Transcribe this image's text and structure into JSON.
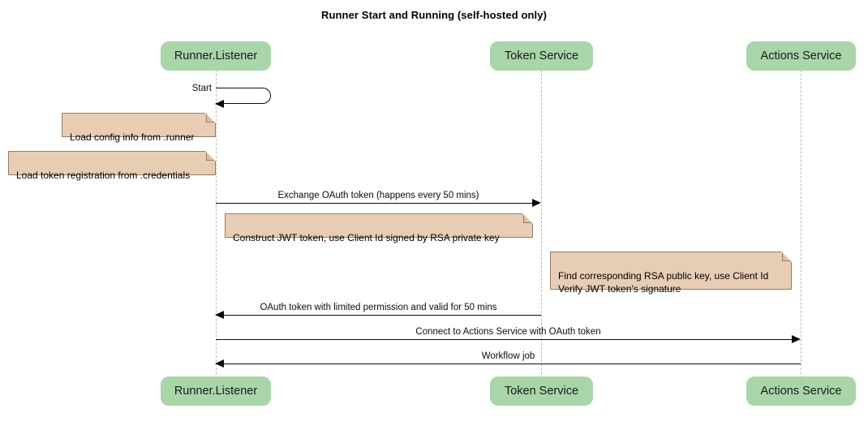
{
  "diagram": {
    "title": "Runner Start and Running (self-hosted only)",
    "type": "sequence-diagram",
    "colors": {
      "participant_fill": "#a9d6a9",
      "note_fill": "#e7cdb4",
      "note_border": "#9a7d5e",
      "lifeline": "#b9bcc2",
      "line": "#0c0c0c",
      "background": "#ffffff"
    }
  },
  "participants": [
    {
      "id": "runner",
      "label": "Runner.Listener"
    },
    {
      "id": "token",
      "label": "Token Service"
    },
    {
      "id": "actions",
      "label": "Actions Service"
    }
  ],
  "participants_bottom": [
    {
      "id": "runner",
      "label": "Runner.Listener"
    },
    {
      "id": "token",
      "label": "Token Service"
    },
    {
      "id": "actions",
      "label": "Actions Service"
    }
  ],
  "messages": [
    {
      "id": "start",
      "label": "Start",
      "from": "runner",
      "to": "runner",
      "kind": "self",
      "arrow": "filled-left"
    },
    {
      "id": "exchange-oauth-token",
      "label": "Exchange OAuth token (happens every 50 mins)",
      "from": "runner",
      "to": "token",
      "kind": "call",
      "arrow": "filled-right"
    },
    {
      "id": "oauth-token-response",
      "label": "OAuth token with limited permission and valid for 50 mins",
      "from": "token",
      "to": "runner",
      "kind": "return",
      "arrow": "filled-left"
    },
    {
      "id": "connect-to-actions-service",
      "label": "Connect to Actions Service with OAuth token",
      "from": "runner",
      "to": "actions",
      "kind": "call",
      "arrow": "filled-right"
    },
    {
      "id": "workflow-job",
      "label": "Workflow job",
      "from": "actions",
      "to": "runner",
      "kind": "return",
      "arrow": "filled-left"
    }
  ],
  "notes": [
    {
      "id": "load-config",
      "text": "Load config info from .runner",
      "attached_to": "runner"
    },
    {
      "id": "load-token-registration",
      "text": "Load token registration from .credentials",
      "attached_to": "runner"
    },
    {
      "id": "construct-jwt-token",
      "text": "Construct JWT token, use Client Id signed by RSA private key",
      "attached_to": "runner"
    },
    {
      "id": "verify-jwt-token",
      "text": "Find corresponding RSA public key, use Client Id\nVerify JWT token's signature",
      "attached_to": "token"
    }
  ]
}
